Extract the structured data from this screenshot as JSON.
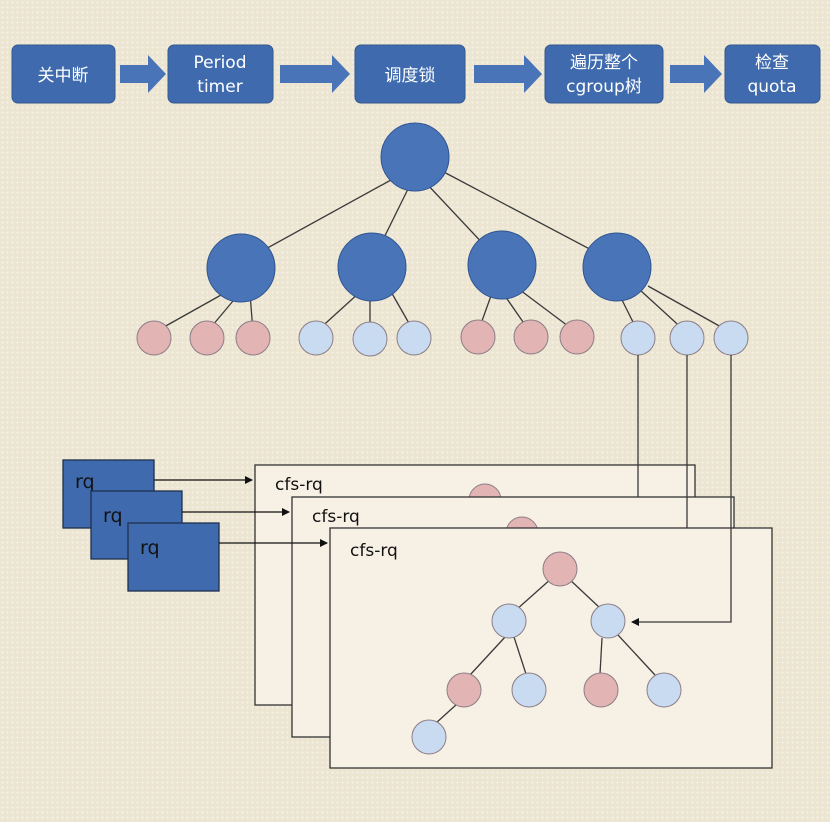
{
  "pipeline": {
    "steps": [
      {
        "lines": [
          "关中断"
        ]
      },
      {
        "lines": [
          "Period",
          "timer"
        ]
      },
      {
        "lines": [
          "调度锁"
        ]
      },
      {
        "lines": [
          "遍历整个",
          "cgroup树"
        ]
      },
      {
        "lines": [
          "检查",
          "quota"
        ]
      }
    ]
  },
  "runqueues": {
    "rq_label": "rq",
    "cfs_label": "cfs-rq"
  },
  "colors": {
    "box_fill": "#3f6bae",
    "big_node": "#4a74b8",
    "pink_node": "#e2b5b4",
    "blue_node": "#c9dbf1",
    "panel_fill": "#f7f1e5",
    "line": "#3a3a3a"
  }
}
